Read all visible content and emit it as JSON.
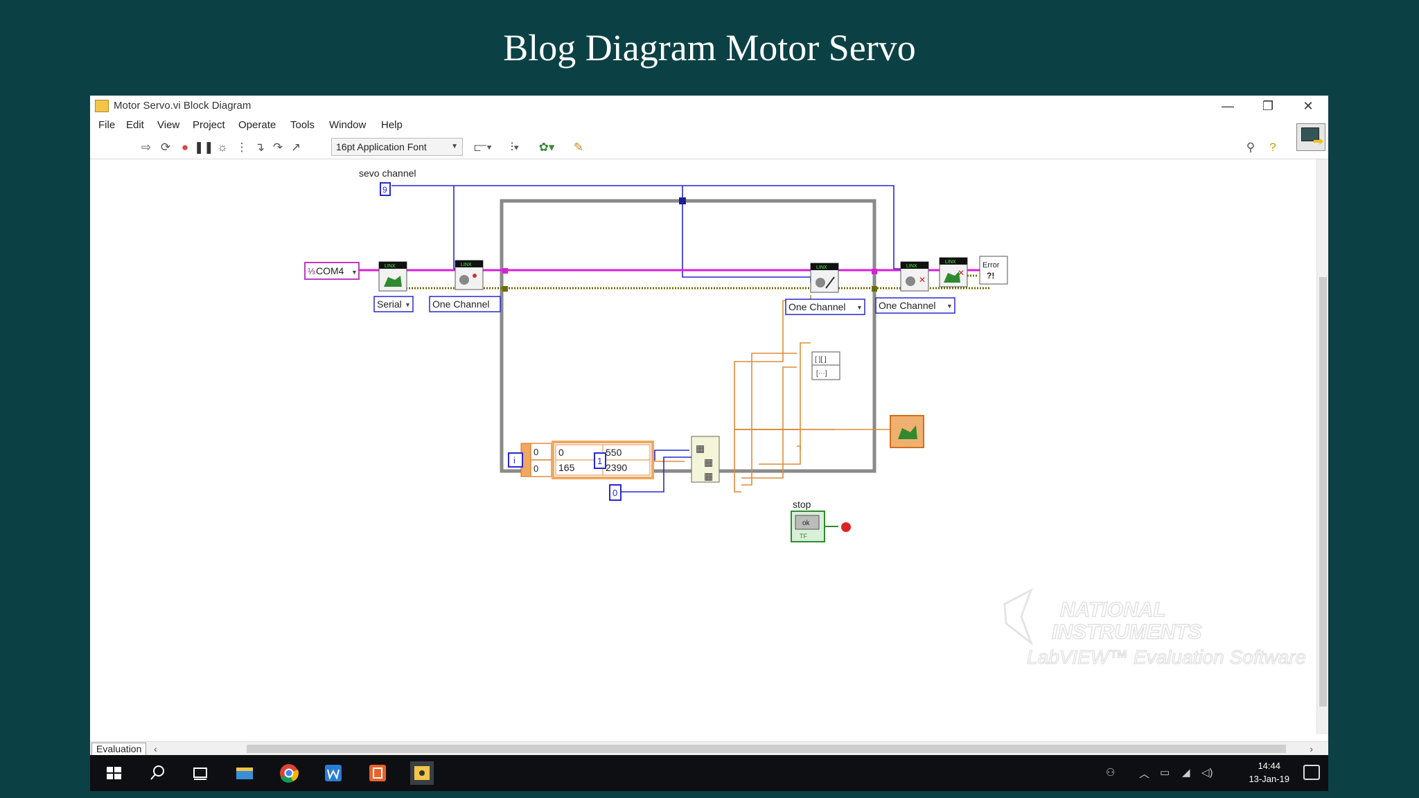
{
  "slide": {
    "title": "Blog Diagram Motor Servo"
  },
  "window": {
    "title": "Motor Servo.vi Block Diagram",
    "controls": {
      "minimize": "—",
      "restore": "❐",
      "close": "✕"
    }
  },
  "menu": [
    "File",
    "Edit",
    "View",
    "Project",
    "Operate",
    "Tools",
    "Window",
    "Help"
  ],
  "toolbar": {
    "font": "16pt Application Font",
    "icons": [
      "run-arrow-icon",
      "run-continuous-icon",
      "abort-icon",
      "pause-icon",
      "highlight-bulb-icon",
      "retain-values-icon",
      "step-into-icon",
      "step-over-icon",
      "step-out-icon",
      "align-icon",
      "distribute-icon",
      "reorder-icon",
      "cleanup-icon",
      "search-icon",
      "help-icon"
    ]
  },
  "diagram": {
    "servo_channel_label": "sevo channel",
    "servo_channel_value": "9",
    "com_port": "COM4",
    "serial_ring": "Serial",
    "open_channel_ring": "One Channel",
    "write_channel_ring": "One Channel",
    "close_channel_ring": "One Channel",
    "linx_label": "LINX",
    "error_text": "Error",
    "error_glyph": "?!",
    "array_index_0": "0",
    "array_index_1": "0",
    "array_cells": [
      "0",
      "550",
      "165",
      "2390"
    ],
    "const_1": "1",
    "const_0": "0",
    "stop_label": "stop",
    "stop_button_text": "ok",
    "stop_tf": "TF",
    "loop_iteration": "i"
  },
  "watermark": {
    "line1": "NATIONAL",
    "line2": "INSTRUMENTS",
    "line3": "LabVIEW™ Evaluation Software"
  },
  "statusbar": {
    "tab": "Evaluation",
    "left": "‹",
    "right": "›"
  },
  "taskbar": {
    "time": "14:44",
    "date": "13-Jan-19"
  },
  "colors": {
    "slide_bg": "#0b4145",
    "visa_wire": "#d91ed9",
    "error_wire": "#6b6b00",
    "int_wire": "#2727d0",
    "array_wire": "#e08a3a"
  }
}
